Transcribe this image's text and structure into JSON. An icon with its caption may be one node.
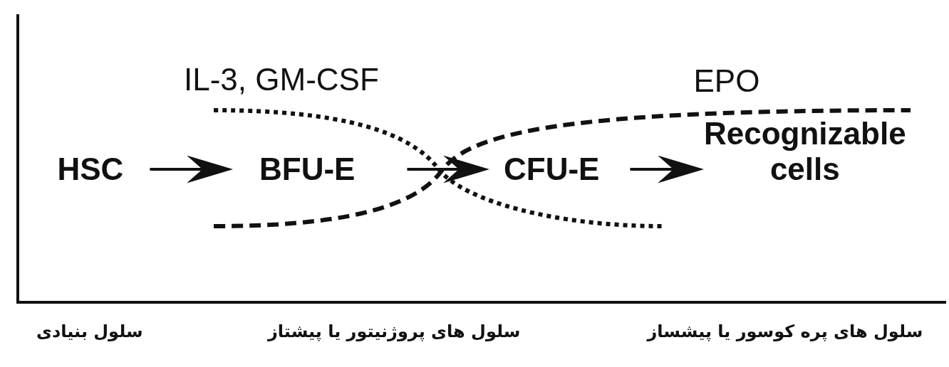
{
  "diagram": {
    "nodes": [
      {
        "text": [
          "HSC"
        ]
      },
      {
        "text": [
          "BFU-E"
        ]
      },
      {
        "text": [
          "CFU-E"
        ]
      },
      {
        "text": [
          "Recognizable cells"
        ]
      }
    ],
    "edges": [
      {
        "from": 0,
        "to": 1,
        "arrow": "to"
      },
      {
        "from": 1,
        "to": 2,
        "arrow": "to"
      },
      {
        "from": 2,
        "to": 3,
        "arrow": "to"
      }
    ],
    "labels": [
      "IL-3, GM-CSF",
      "EPO",
      "سلول بنیادی",
      "سلول های پروژنیتور یا پیشتاز",
      "سلول های پره کوسور یا پیشساز"
    ]
  }
}
